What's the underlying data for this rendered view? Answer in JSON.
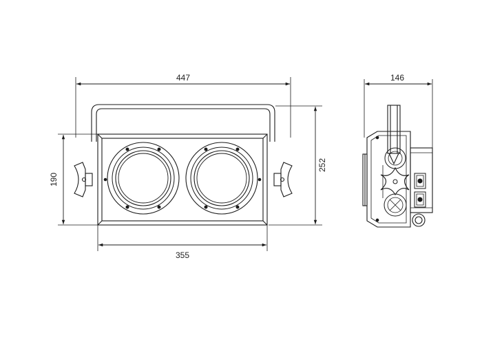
{
  "drawing": {
    "front_view": {
      "dimensions": {
        "overall_width": "447",
        "body_width": "355",
        "body_height": "190",
        "overall_height": "252"
      }
    },
    "side_view": {
      "dimensions": {
        "depth": "146"
      }
    }
  },
  "colors": {
    "line": "#1a1a1a",
    "background": "#ffffff"
  }
}
